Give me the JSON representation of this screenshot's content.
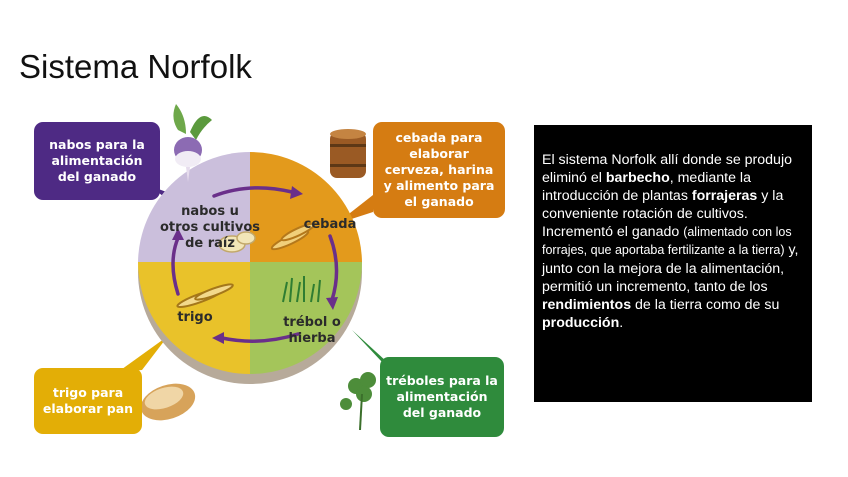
{
  "title": "Sistema Norfolk",
  "diagram": {
    "callouts": {
      "purple": "nabos para la alimentación del ganado",
      "orange": "cebada para elaborar cerveza, harina y alimento para el ganado",
      "yellow": "trigo para elaborar pan",
      "green": "tréboles para la alimentación del ganado"
    },
    "wheel": {
      "nabos": "nabos u otros cultivos de raíz",
      "cebada": "cebada",
      "trigo": "trigo",
      "trebol": "trébol o hierba"
    },
    "colors": {
      "purple_callout": "#4e2a84",
      "orange_callout": "#d57c12",
      "yellow_callout": "#e3ae06",
      "green_callout": "#2f8b3c",
      "quadrant_lavender": "#cbbfdc",
      "quadrant_orange": "#e39a1c",
      "quadrant_yellow": "#e9c22a",
      "quadrant_green": "#a4c55a",
      "arrow": "#6a2f8a"
    }
  },
  "text": {
    "p1": "El sistema Norfolk allí donde se produjo eliminó el ",
    "b1": "barbecho",
    "p2": ", mediante la introducción de plantas ",
    "b2": "forrajeras",
    "p3": " y la conveniente rotación de cultivos. Incrementó el ganado ",
    "p4_small": "(alimentado con los forrajes, que aportaba fertilizante a la tierra)",
    "p5": " y, junto con la mejora de la alimentación, permitió un incremento, tanto de los ",
    "b3": "rendimientos",
    "p6": " de la tierra como de su ",
    "b4": "producción",
    "p7": "."
  }
}
